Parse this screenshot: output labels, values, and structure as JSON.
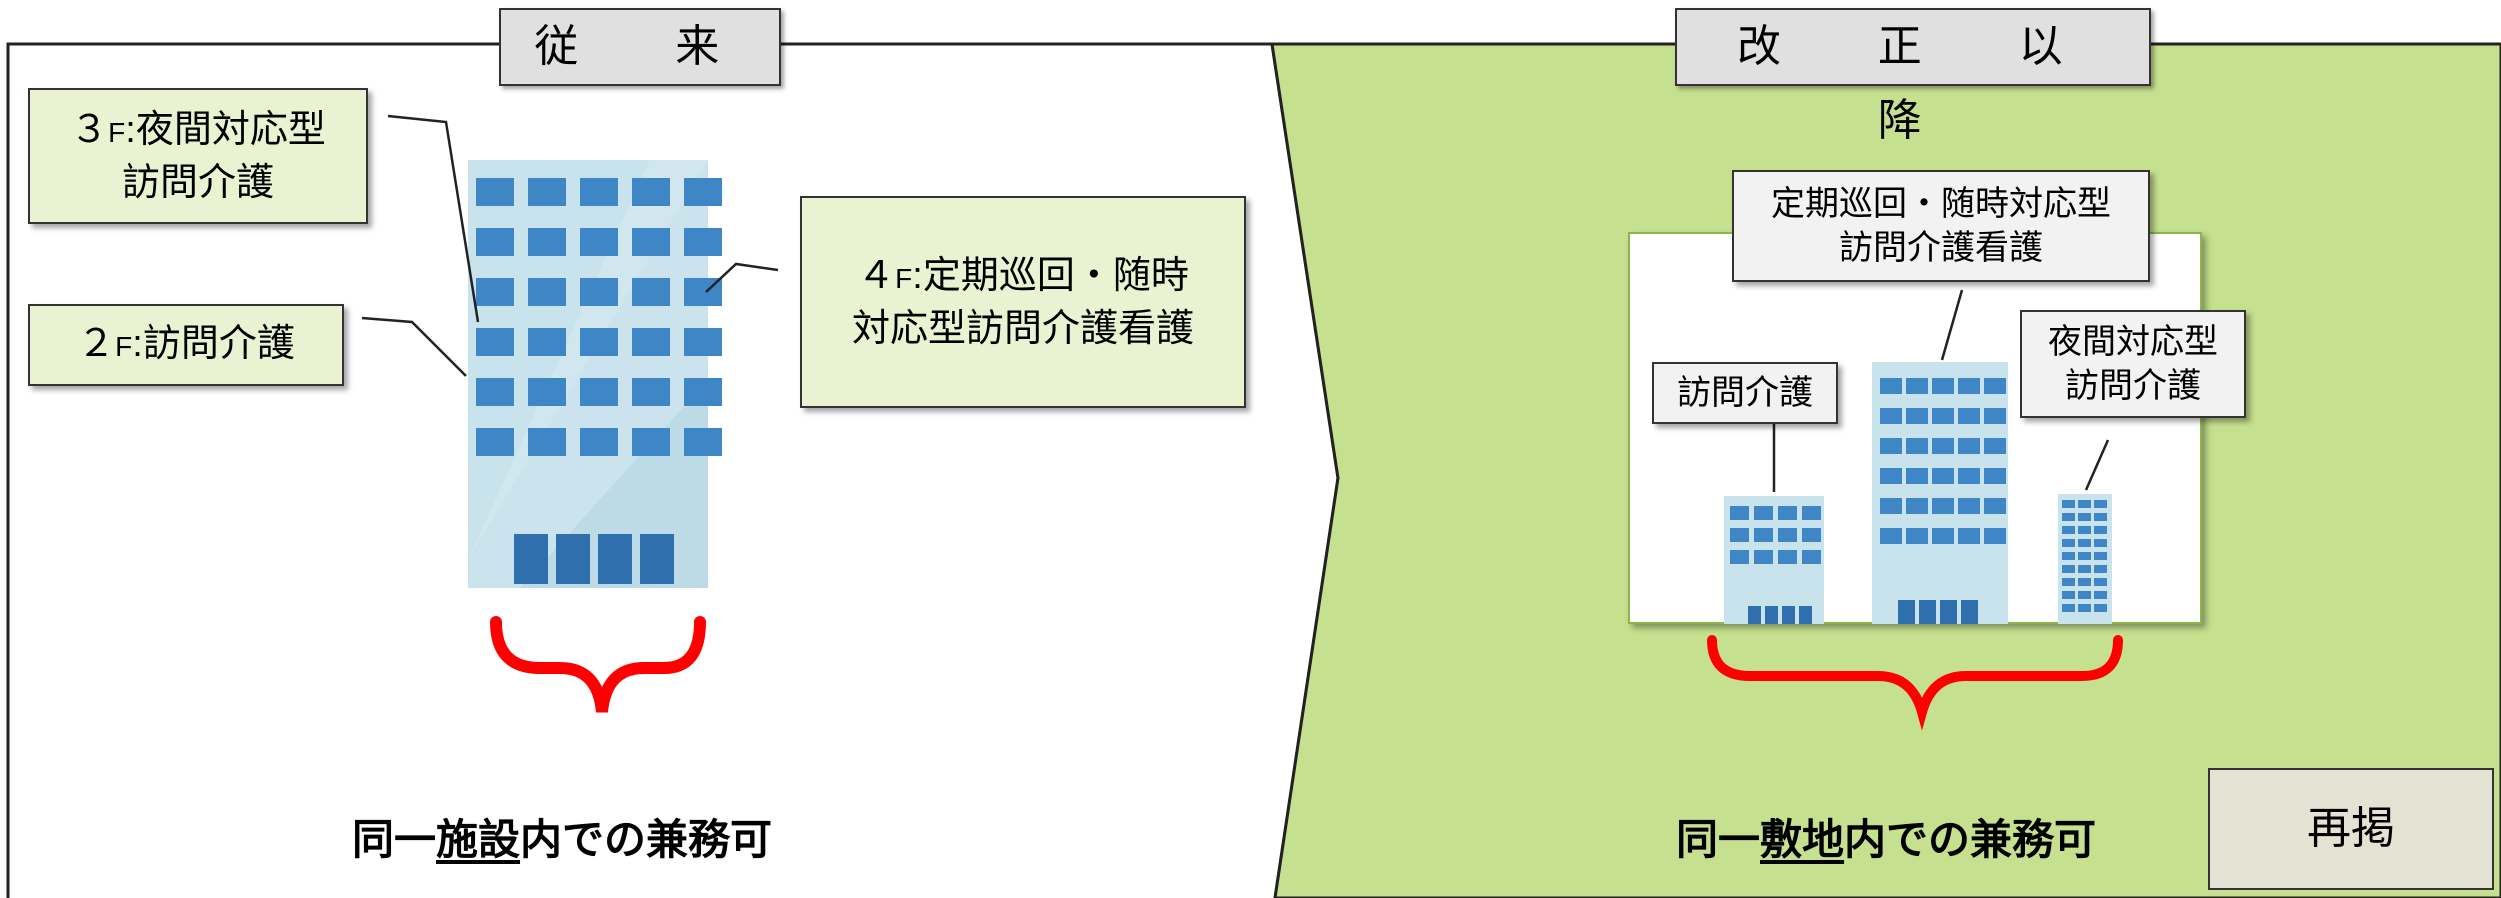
{
  "left_panel": {
    "title": "従　来",
    "callout_3f": {
      "prefix": "３",
      "unit": "F",
      "line1_rest": ":夜間対応型",
      "line2": "訪問介護"
    },
    "callout_2f": {
      "prefix": "２",
      "unit": "F",
      "rest": ":訪問介護"
    },
    "callout_4f": {
      "prefix": "４",
      "unit": "F",
      "line1_rest": ":定期巡回・随時",
      "line2": "対応型訪問介護看護"
    },
    "caption": {
      "before": "同一",
      "underlined": "施設",
      "after": "内での兼務可"
    }
  },
  "right_panel": {
    "title": "改　正　以　降",
    "label_center": {
      "line1": "定期巡回・随時対応型",
      "line2": "訪問介護看護"
    },
    "label_left": "訪問介護",
    "label_right": {
      "line1": "夜間対応型",
      "line2": "訪問介護"
    },
    "caption": {
      "before": "同一",
      "underlined": "敷地",
      "after": "内での兼務可"
    }
  },
  "repost_label": "再掲",
  "colors": {
    "green_panel": "#c5e08e",
    "callout_fill": "#e9f3d2",
    "brace": "#ff0000",
    "building_light": "#c9e3ec",
    "window": "#3f86c6"
  }
}
